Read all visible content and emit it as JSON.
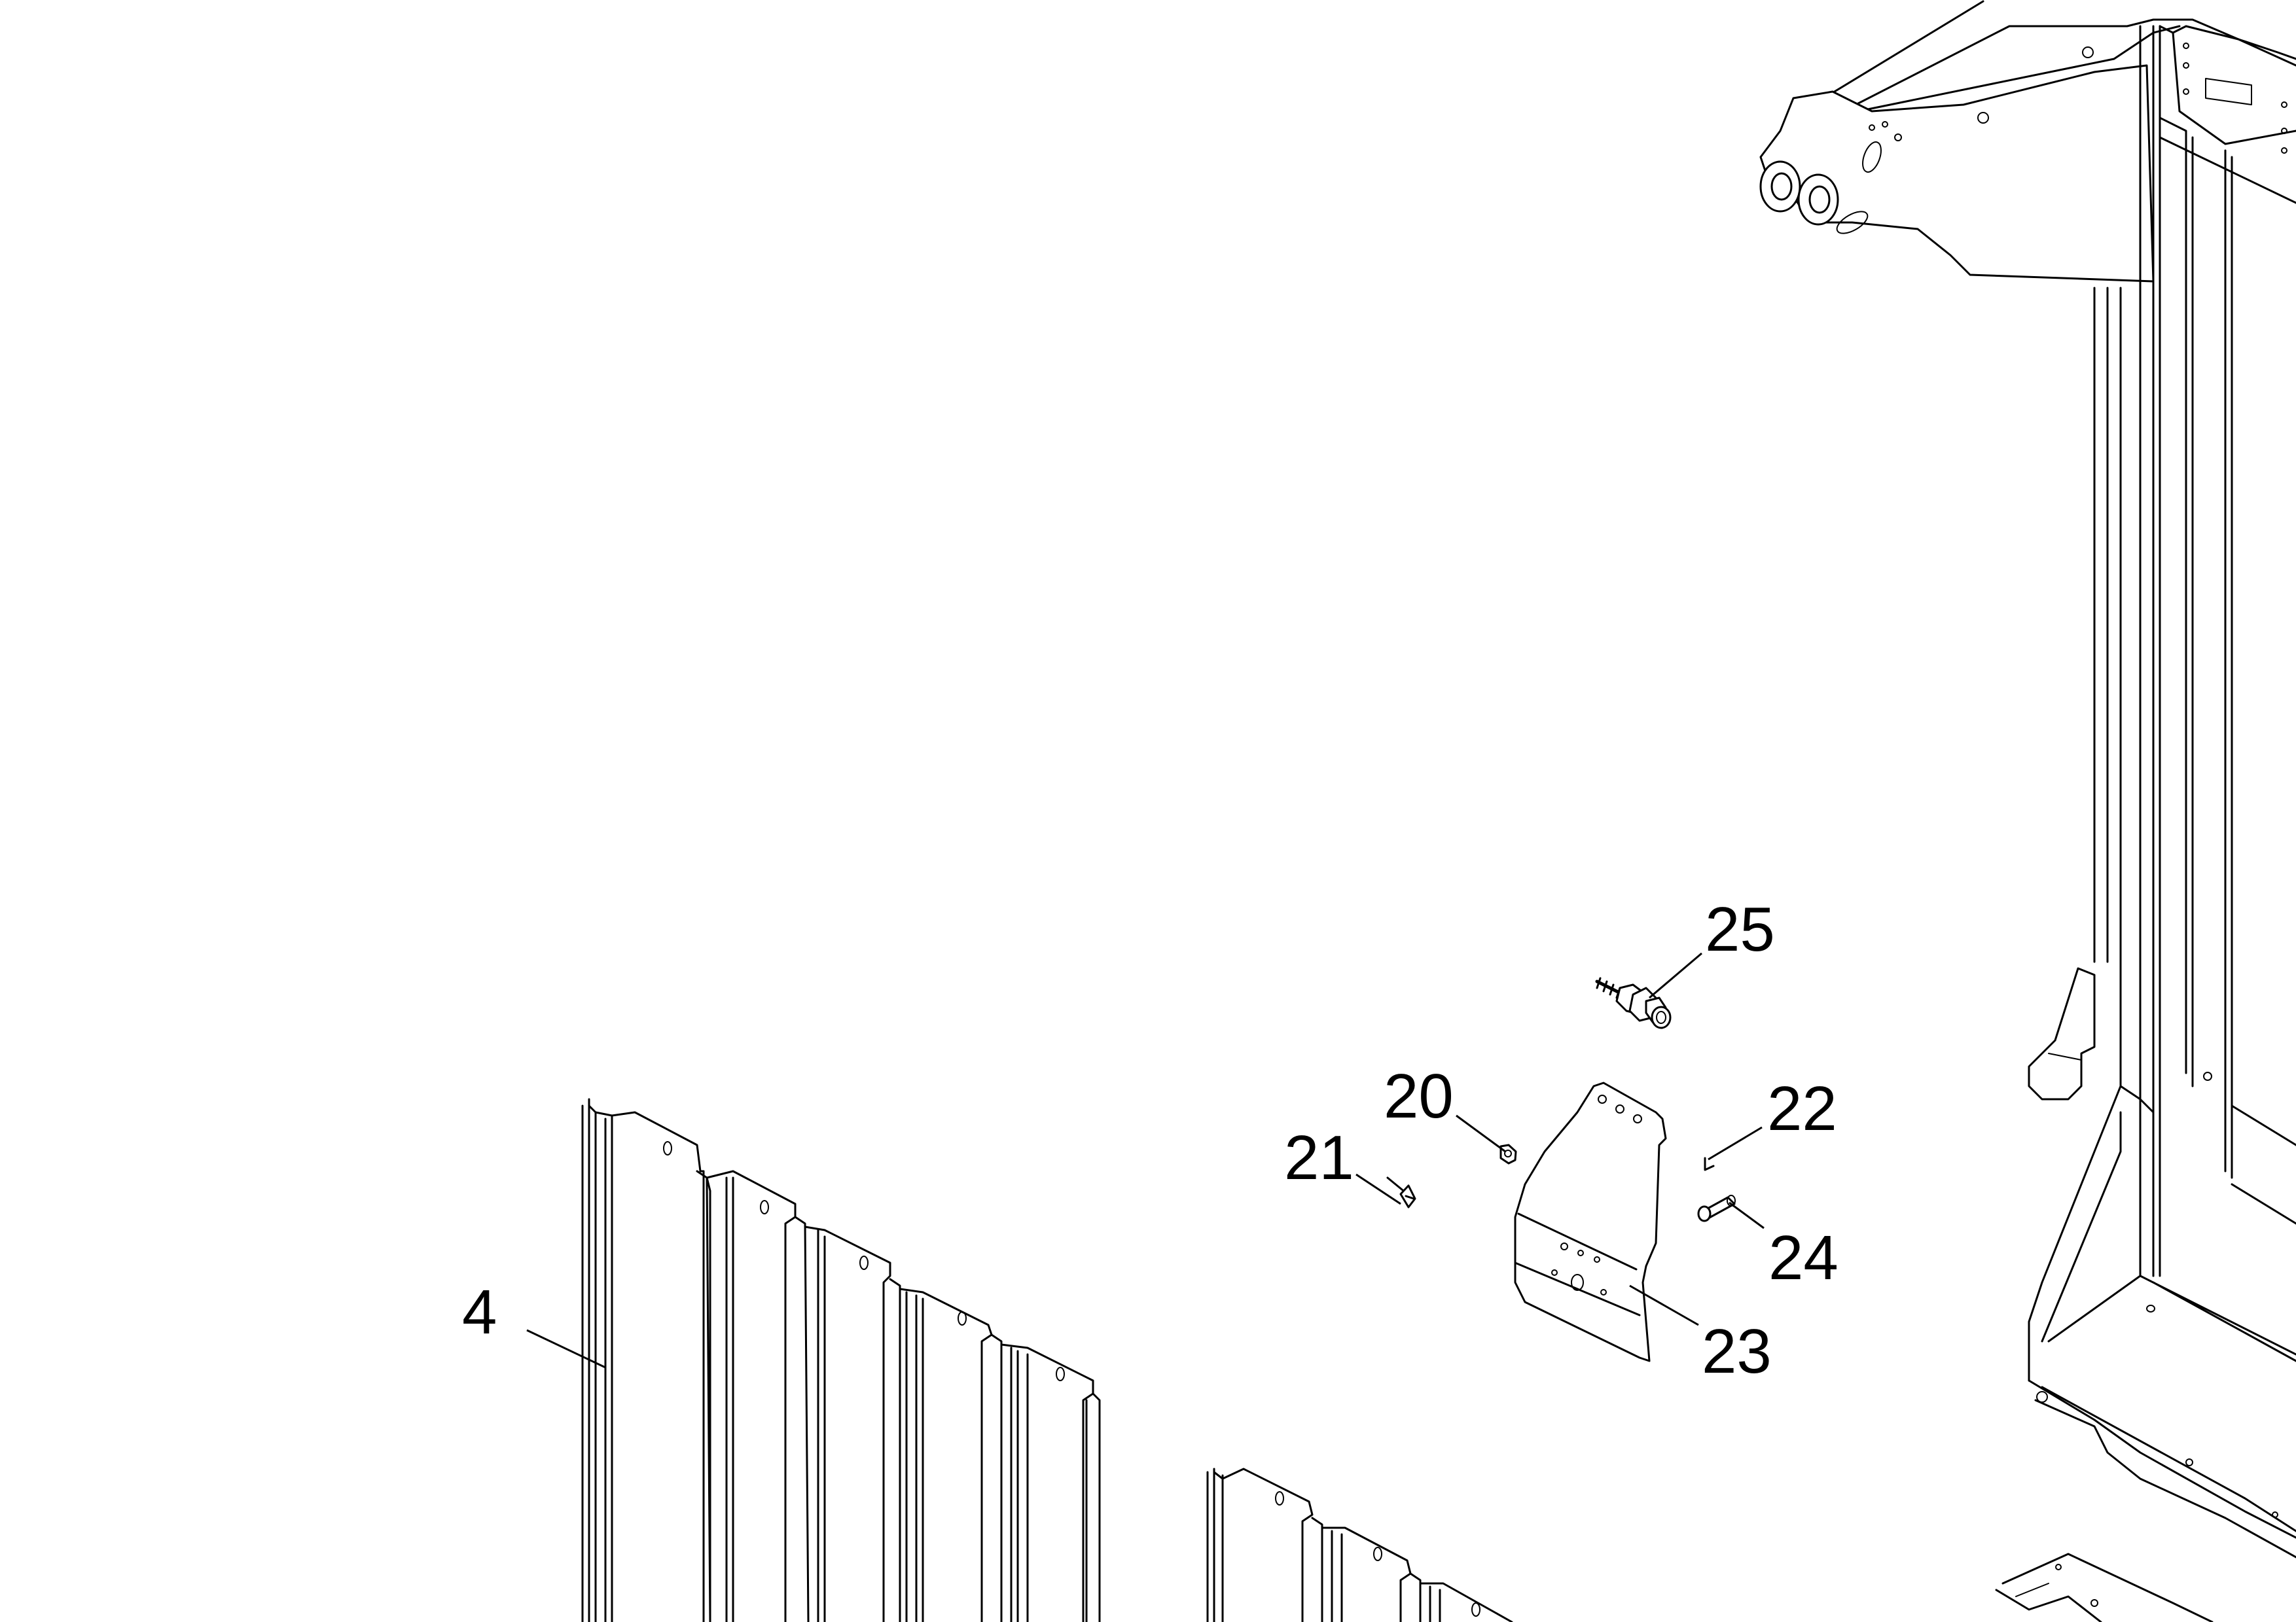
{
  "callouts": [
    {
      "id": "4",
      "label": "4"
    },
    {
      "id": "20",
      "label": "20"
    },
    {
      "id": "21",
      "label": "21"
    },
    {
      "id": "22",
      "label": "22"
    },
    {
      "id": "23",
      "label": "23"
    },
    {
      "id": "24",
      "label": "24"
    },
    {
      "id": "25",
      "label": "25"
    }
  ]
}
